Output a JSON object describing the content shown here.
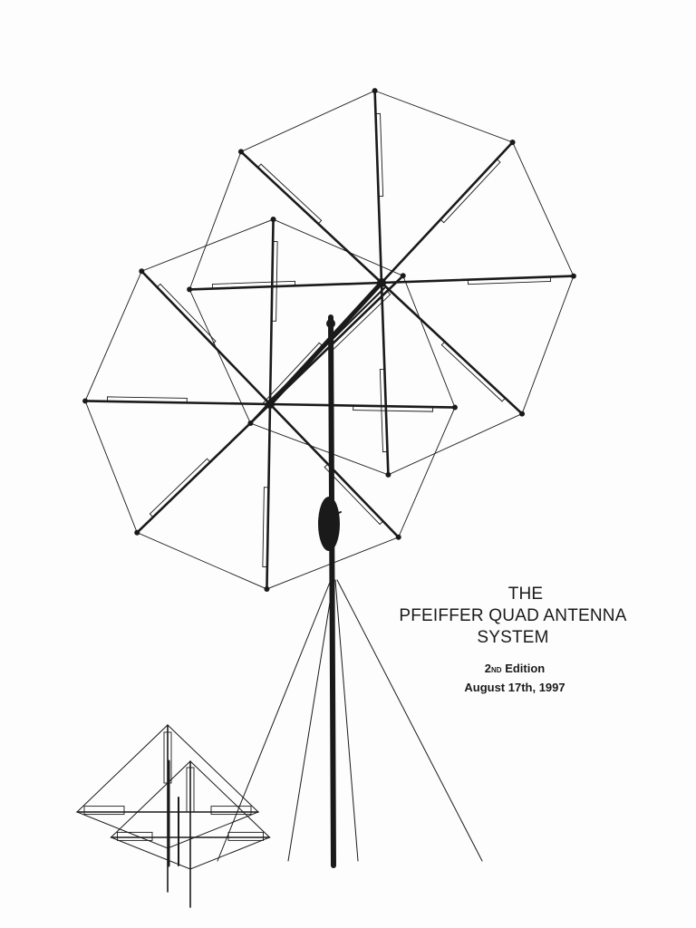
{
  "document": {
    "title_lines": [
      "THE",
      "PFEIFFER QUAD ANTENNA",
      "SYSTEM"
    ],
    "edition": {
      "number": "2",
      "ordinal_suffix": "ND",
      "label": "Edition"
    },
    "date": "August 17th, 1997"
  },
  "illustration": {
    "subject": "antenna-mast-with-quad-arrays",
    "ink_color": "#1a1a1a"
  }
}
